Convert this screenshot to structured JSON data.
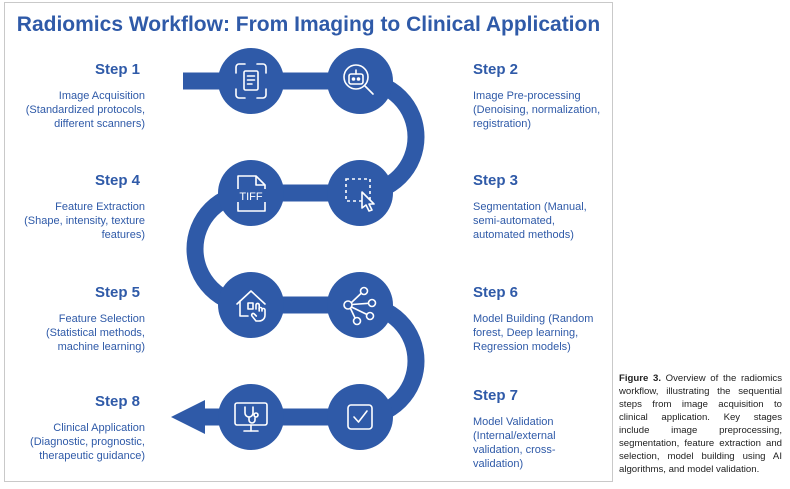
{
  "title": "Radiomics Workflow: From Imaging to Clinical Application",
  "steps": [
    {
      "label": "Step 1",
      "desc": [
        "Image Acquisition",
        "(Standardized protocols,",
        "different scanners)"
      ],
      "icon": "document-icon"
    },
    {
      "label": "Step 2",
      "desc": [
        "Image Pre-processing",
        "(Denoising, normalization,",
        "registration)"
      ],
      "icon": "magnifier-robot-icon"
    },
    {
      "label": "Step 3",
      "desc": [
        "Segmentation (Manual,",
        "semi-automated,",
        "automated methods)"
      ],
      "icon": "selection-cursor-icon"
    },
    {
      "label": "Step 4",
      "desc": [
        "Feature Extraction",
        "(Shape, intensity, texture",
        "features)"
      ],
      "icon": "tiff-file-icon"
    },
    {
      "label": "Step 5",
      "desc": [
        "Feature Selection",
        "(Statistical methods,",
        "machine learning)"
      ],
      "icon": "house-hand-icon"
    },
    {
      "label": "Step 6",
      "desc": [
        "Model Building (Random",
        "forest, Deep learning,",
        "Regression models)"
      ],
      "icon": "network-share-icon"
    },
    {
      "label": "Step 7",
      "desc": [
        "Model Validation",
        "(Internal/external",
        "validation, cross-",
        "validation)"
      ],
      "icon": "checkbox-icon"
    },
    {
      "label": "Step 8",
      "desc": [
        "Clinical Application",
        "(Diagnostic, prognostic,",
        "therapeutic guidance)"
      ],
      "icon": "monitor-stethoscope-icon"
    }
  ],
  "tiff_text": "TIFF",
  "caption": {
    "label": "Figure 3.",
    "text": " Overview of the radiomics workflow, illustrating the sequential steps from image acquisition to clinical application. Key stages include image preprocessing, segmentation, feature extraction and selection, model building using AI algorithms, and model validation."
  },
  "colors": {
    "accent": "#2f5aa8",
    "icon": "#ffffff"
  }
}
